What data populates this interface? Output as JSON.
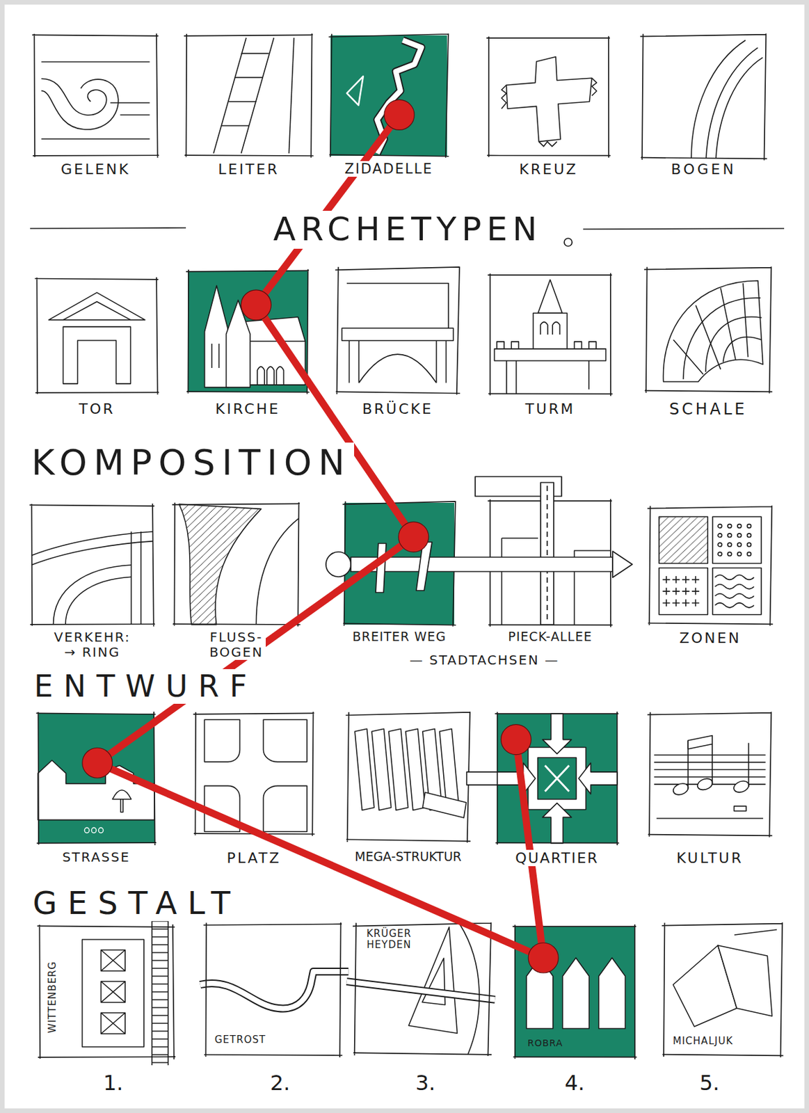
{
  "diagram": {
    "nodes": [
      {
        "text": [
          "GELENK"
        ]
      },
      {
        "text": [
          "LEITER"
        ]
      },
      {
        "text": [
          "ZIDADELLE"
        ]
      },
      {
        "text": [
          "KREUZ"
        ]
      },
      {
        "text": [
          "BOGEN"
        ]
      },
      {
        "text": [
          "TOR"
        ]
      },
      {
        "text": [
          "KIRCHE"
        ]
      },
      {
        "text": [
          "BRÜCKE"
        ]
      },
      {
        "text": [
          "TURM"
        ]
      },
      {
        "text": [
          "SCHALE"
        ]
      },
      {
        "text": [
          "VERKEHR: → RING"
        ]
      },
      {
        "text": [
          "FLUSS- BOGEN"
        ]
      },
      {
        "text": [
          "BREITER WEG"
        ]
      },
      {
        "text": [
          "PIECK-ALLEE"
        ]
      },
      {
        "text": [
          "ZONEN"
        ]
      },
      {
        "text": [
          "STRASSE"
        ]
      },
      {
        "text": [
          "PLATZ"
        ]
      },
      {
        "text": [
          "MEGA-STRUKTUR"
        ]
      },
      {
        "text": [
          "QUARTIER"
        ]
      },
      {
        "text": [
          "KULTUR"
        ]
      },
      {
        "text": [
          "WITTENBERG"
        ]
      },
      {
        "text": [
          "GETROST"
        ]
      },
      {
        "text": [
          "KRÜGER HEYDEN"
        ]
      },
      {
        "text": [
          "ROBRA"
        ]
      },
      {
        "text": [
          "MICHALJUK"
        ]
      }
    ],
    "edges": [
      {
        "from": 2,
        "to": 6,
        "arrow": "none"
      },
      {
        "from": 6,
        "to": 12,
        "arrow": "none"
      },
      {
        "from": 12,
        "to": 15,
        "arrow": "none"
      },
      {
        "from": 15,
        "to": 23,
        "arrow": "none"
      },
      {
        "from": 18,
        "to": 23,
        "arrow": "none"
      }
    ],
    "labels": [
      "ARCHETYPEN",
      "KOMPOSITION",
      "— STADTACHSEN —",
      "ENTWURF",
      "GESTALT",
      "1.",
      "2.",
      "3.",
      "4.",
      "5."
    ]
  }
}
